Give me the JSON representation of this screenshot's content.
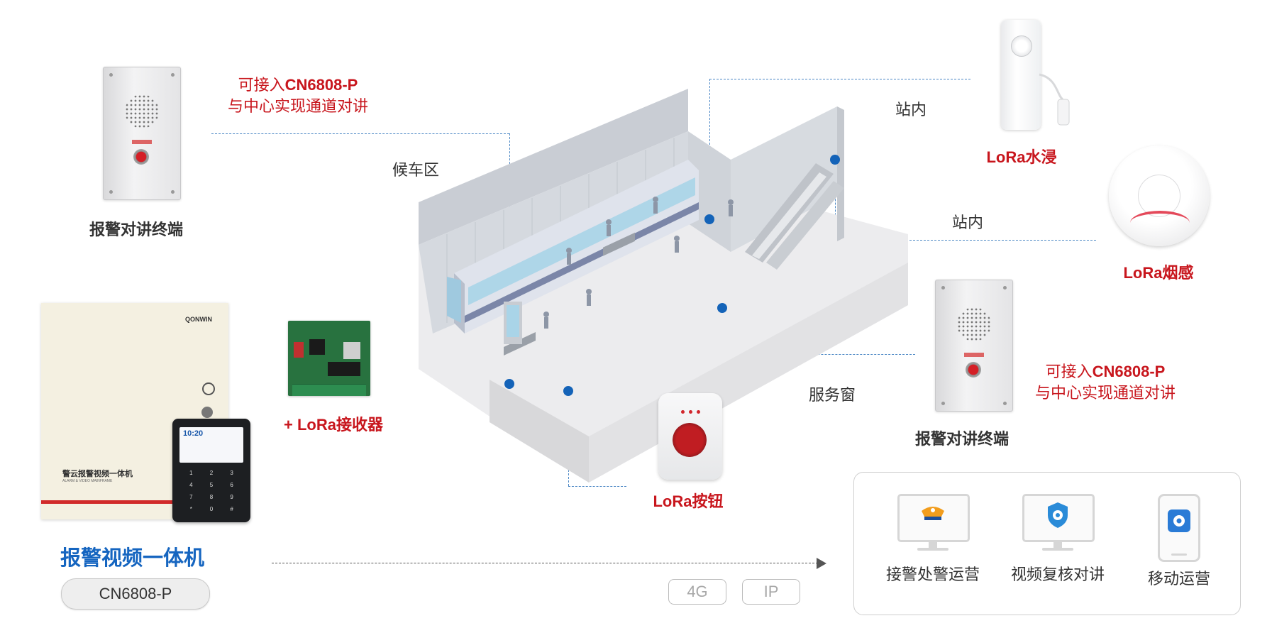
{
  "labels": {
    "cn_note_top_line1_pre": "可接入",
    "cn_note_top_line1_model": "CN6808-P",
    "cn_note_top_line2": "与中心实现通道对讲",
    "cn_note_right_line1_pre": "可接入",
    "cn_note_right_line1_model": "CN6808-P",
    "cn_note_right_line2": "与中心实现通道对讲",
    "intercom_left": "报警对讲终端",
    "intercom_right": "报警对讲终端",
    "waiting_area": "候车区",
    "station_inner_1": "站内",
    "station_inner_2": "站内",
    "service_window": "服务窗",
    "lora_water": "LoRa水浸",
    "lora_smoke": "LoRa烟感",
    "lora_button": "LoRa按钮",
    "lora_receiver": "+ LoRa接收器",
    "main_device": "报警视频一体机",
    "model_pill": "CN6808-P",
    "tag_4g": "4G",
    "tag_ip": "IP"
  },
  "platform": [
    {
      "label": "接警处警运营",
      "icon": "police-cap-icon"
    },
    {
      "label": "视频复核对讲",
      "icon": "shield-eye-icon"
    },
    {
      "label": "移动运营",
      "icon": "mobile-app-icon"
    }
  ],
  "panel_print": {
    "brand": "QONWIN",
    "title": "警云报警视频一体机",
    "subtitle": "ALARM & VIDEO MAINFRAME"
  },
  "keypad_print": {
    "time": "10:20",
    "keys": [
      "1",
      "2",
      "3",
      "4",
      "5",
      "6",
      "7",
      "8",
      "9",
      "*",
      "0",
      "#"
    ]
  },
  "colors": {
    "accent_red": "#c8161d",
    "accent_blue": "#1463b8",
    "dash_blue": "#4b87c5",
    "title_blue": "#1565c0"
  }
}
